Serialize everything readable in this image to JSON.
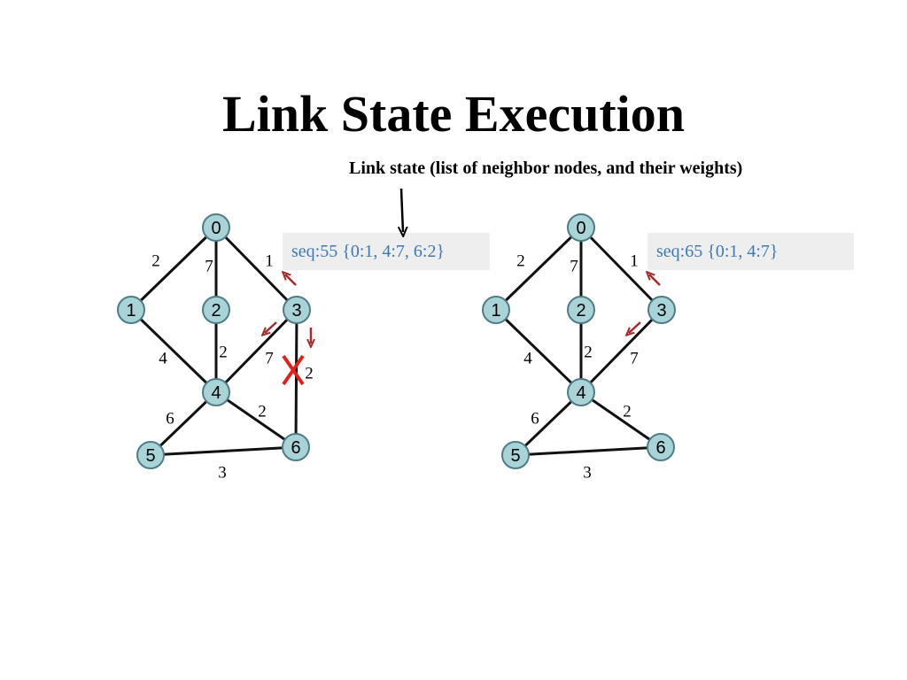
{
  "title": "Link State Execution",
  "annotation": "Link state (list of neighbor nodes, and their weights)",
  "colors": {
    "node_fill": "#a8d4d8",
    "node_stroke": "#4e7d86",
    "lsa_text": "#3b79b6",
    "lsa_bg": "#eeeeee",
    "arrow_red": "#a52a2a",
    "cross_red": "#e0201b"
  },
  "graphs": [
    {
      "lsa_label": "seq:55 {0:1, 4:7, 6:2}",
      "nodes": [
        "0",
        "1",
        "2",
        "3",
        "4",
        "5",
        "6"
      ],
      "edges": [
        {
          "from": "0",
          "to": "1",
          "weight": "2"
        },
        {
          "from": "0",
          "to": "2",
          "weight": "7"
        },
        {
          "from": "0",
          "to": "3",
          "weight": "1"
        },
        {
          "from": "1",
          "to": "4",
          "weight": "4"
        },
        {
          "from": "2",
          "to": "4",
          "weight": "2"
        },
        {
          "from": "3",
          "to": "4",
          "weight": "7"
        },
        {
          "from": "3",
          "to": "6",
          "weight": "2",
          "failed": true
        },
        {
          "from": "4",
          "to": "5",
          "weight": "6"
        },
        {
          "from": "4",
          "to": "6",
          "weight": "2"
        },
        {
          "from": "5",
          "to": "6",
          "weight": "3"
        }
      ]
    },
    {
      "lsa_label": "seq:65 {0:1, 4:7}",
      "nodes": [
        "0",
        "1",
        "2",
        "3",
        "4",
        "5",
        "6"
      ],
      "edges": [
        {
          "from": "0",
          "to": "1",
          "weight": "2"
        },
        {
          "from": "0",
          "to": "2",
          "weight": "7"
        },
        {
          "from": "0",
          "to": "3",
          "weight": "1"
        },
        {
          "from": "1",
          "to": "4",
          "weight": "4"
        },
        {
          "from": "2",
          "to": "4",
          "weight": "2"
        },
        {
          "from": "3",
          "to": "4",
          "weight": "7"
        },
        {
          "from": "4",
          "to": "5",
          "weight": "6"
        },
        {
          "from": "4",
          "to": "6",
          "weight": "2"
        },
        {
          "from": "5",
          "to": "6",
          "weight": "3"
        }
      ]
    }
  ]
}
